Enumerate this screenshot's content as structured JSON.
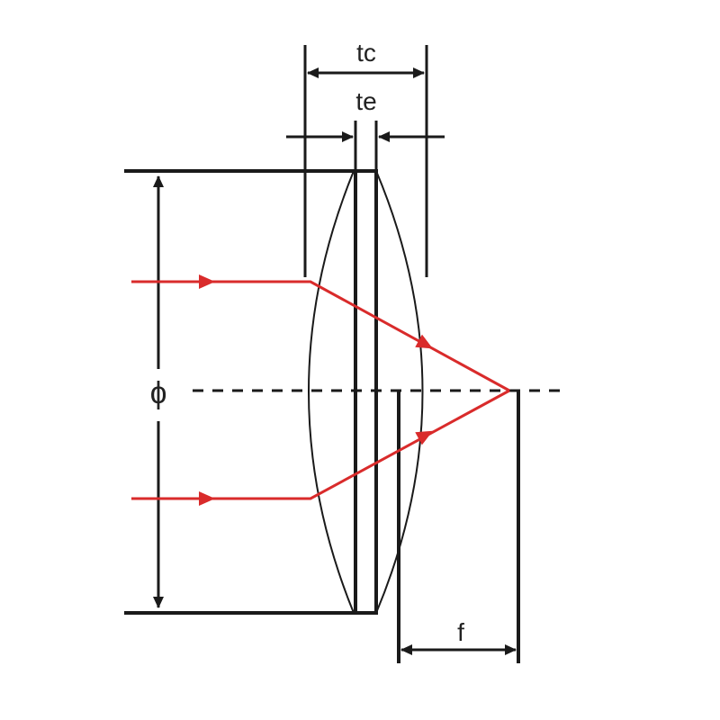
{
  "labels": {
    "center_thickness": "tc",
    "edge_thickness": "te",
    "diameter": "ɸ",
    "focal_length": "f"
  },
  "colors": {
    "line": "#1a1a1a",
    "ray": "#d92b2b",
    "background": "#ffffff"
  }
}
